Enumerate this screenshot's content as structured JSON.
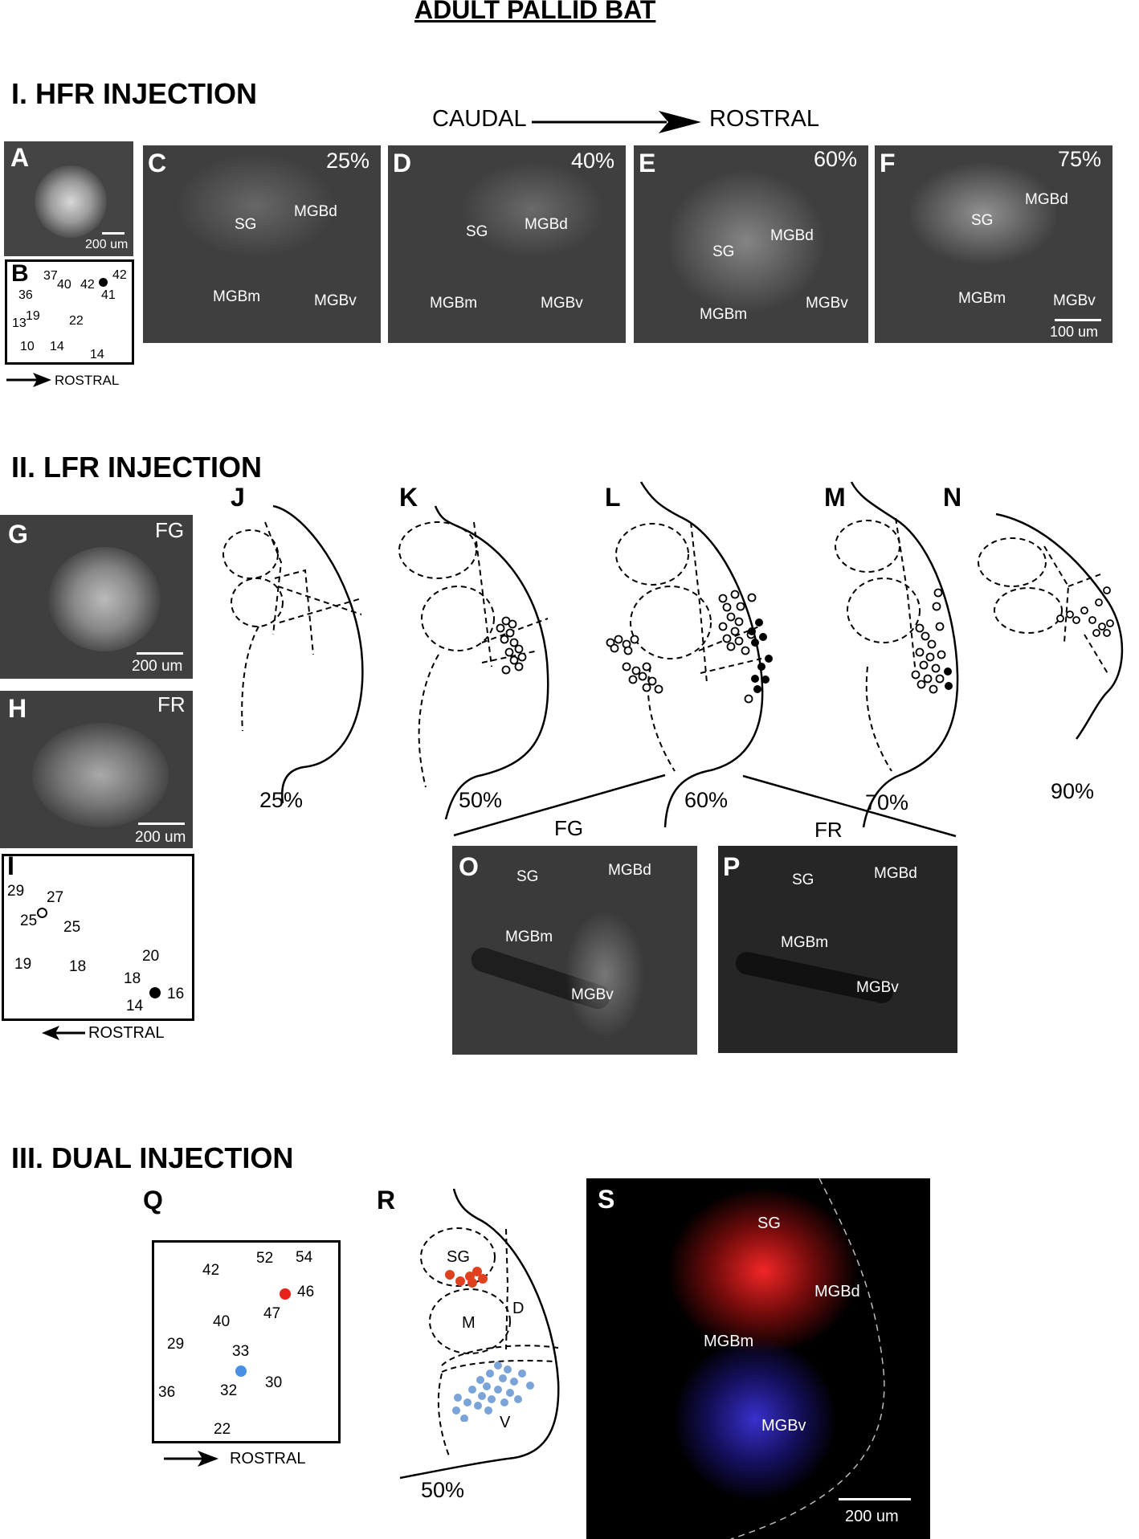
{
  "title": "ADULT PALLID BAT",
  "section1": {
    "heading": "I.  HFR INJECTION",
    "axis": {
      "caudal": "CAUDAL",
      "rostral": "ROSTRAL"
    },
    "panelA": {
      "letter": "A",
      "scale": "200 um"
    },
    "panelB": {
      "letter": "B",
      "numbers": [
        "37",
        "40",
        "42",
        "42",
        "41",
        "36",
        "13",
        "19",
        "22",
        "10",
        "14",
        "14"
      ],
      "arrow_label": "ROSTRAL"
    },
    "panels": [
      {
        "letter": "C",
        "pct": "25%",
        "labels": [
          "SG",
          "MGBd",
          "MGBm",
          "MGBv"
        ]
      },
      {
        "letter": "D",
        "pct": "40%",
        "labels": [
          "SG",
          "MGBd",
          "MGBm",
          "MGBv"
        ]
      },
      {
        "letter": "E",
        "pct": "60%",
        "labels": [
          "SG",
          "MGBd",
          "MGBm",
          "MGBv"
        ]
      },
      {
        "letter": "F",
        "pct": "75%",
        "labels": [
          "SG",
          "MGBd",
          "MGBm",
          "MGBv"
        ],
        "scale": "100 um"
      }
    ]
  },
  "section2": {
    "heading": "II. LFR INJECTION",
    "panelG": {
      "letter": "G",
      "tag": "FG",
      "scale": "200 um"
    },
    "panelH": {
      "letter": "H",
      "tag": "FR",
      "scale": "200 um"
    },
    "panelI": {
      "letter": "I",
      "numbers": [
        "29",
        "27",
        "25",
        "25",
        "20",
        "19",
        "18",
        "18",
        "14",
        "16"
      ],
      "arrow_label": "ROSTRAL"
    },
    "drawings": [
      {
        "letter": "J",
        "pct": "25%"
      },
      {
        "letter": "K",
        "pct": "50%"
      },
      {
        "letter": "L",
        "pct": "60%"
      },
      {
        "letter": "M",
        "pct": "70%"
      },
      {
        "letter": "N",
        "pct": "90%"
      }
    ],
    "panelO": {
      "letter": "O",
      "header": "FG",
      "labels": [
        "SG",
        "MGBd",
        "MGBm",
        "MGBv"
      ]
    },
    "panelP": {
      "letter": "P",
      "header": "FR",
      "labels": [
        "SG",
        "MGBd",
        "MGBm",
        "MGBv"
      ]
    }
  },
  "section3": {
    "heading": "III. DUAL INJECTION",
    "panelQ": {
      "letter": "Q",
      "numbers": [
        "52",
        "54",
        "42",
        "46",
        "47",
        "40",
        "29",
        "33",
        "30",
        "32",
        "36",
        "22"
      ],
      "arrow_label": "ROSTRAL",
      "red_color": "#e8231c",
      "blue_color": "#4a90e2"
    },
    "panelR": {
      "letter": "R",
      "labels": [
        "SG",
        "D",
        "M",
        "V"
      ],
      "pct": "50%",
      "red_color": "#e0401e",
      "blue_color": "#7aa3d8"
    },
    "panelS": {
      "letter": "S",
      "labels": [
        "SG",
        "MGBd",
        "MGBm",
        "MGBv"
      ],
      "scale": "200 um"
    }
  }
}
